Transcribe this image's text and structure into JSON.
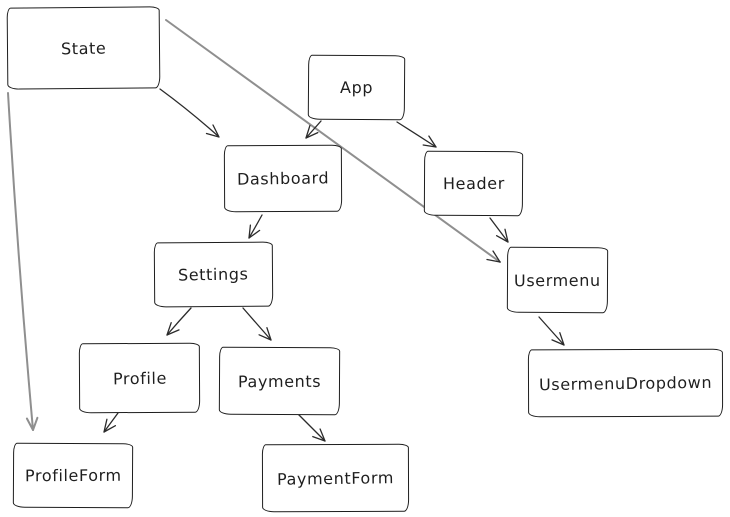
{
  "diagram": {
    "title": "Component tree diagram",
    "background_color": "#ffffff",
    "box_stroke_color": "#1e1e1e",
    "edge_color": "#2b2b2b",
    "long_edge_color": "#8f8f8f",
    "nodes": [
      {
        "id": "state",
        "label": "State"
      },
      {
        "id": "app",
        "label": "App"
      },
      {
        "id": "dashboard",
        "label": "Dashboard"
      },
      {
        "id": "header",
        "label": "Header"
      },
      {
        "id": "settings",
        "label": "Settings"
      },
      {
        "id": "usermenu",
        "label": "Usermenu"
      },
      {
        "id": "profile",
        "label": "Profile"
      },
      {
        "id": "payments",
        "label": "Payments"
      },
      {
        "id": "usermenu_dropdown",
        "label": "UsermenuDropdown"
      },
      {
        "id": "profile_form",
        "label": "ProfileForm"
      },
      {
        "id": "payment_form",
        "label": "PaymentForm"
      }
    ],
    "edges": [
      {
        "from": "State",
        "to": "Dashboard",
        "style": "dark"
      },
      {
        "from": "State",
        "to": "Usermenu",
        "style": "gray"
      },
      {
        "from": "State",
        "to": "ProfileForm",
        "style": "gray"
      },
      {
        "from": "App",
        "to": "Dashboard",
        "style": "dark"
      },
      {
        "from": "App",
        "to": "Header",
        "style": "dark"
      },
      {
        "from": "Dashboard",
        "to": "Settings",
        "style": "dark"
      },
      {
        "from": "Header",
        "to": "Usermenu",
        "style": "dark"
      },
      {
        "from": "Settings",
        "to": "Profile",
        "style": "dark"
      },
      {
        "from": "Settings",
        "to": "Payments",
        "style": "dark"
      },
      {
        "from": "Usermenu",
        "to": "UsermenuDropdown",
        "style": "dark"
      },
      {
        "from": "Profile",
        "to": "ProfileForm",
        "style": "dark"
      },
      {
        "from": "Payments",
        "to": "PaymentForm",
        "style": "dark"
      }
    ]
  }
}
